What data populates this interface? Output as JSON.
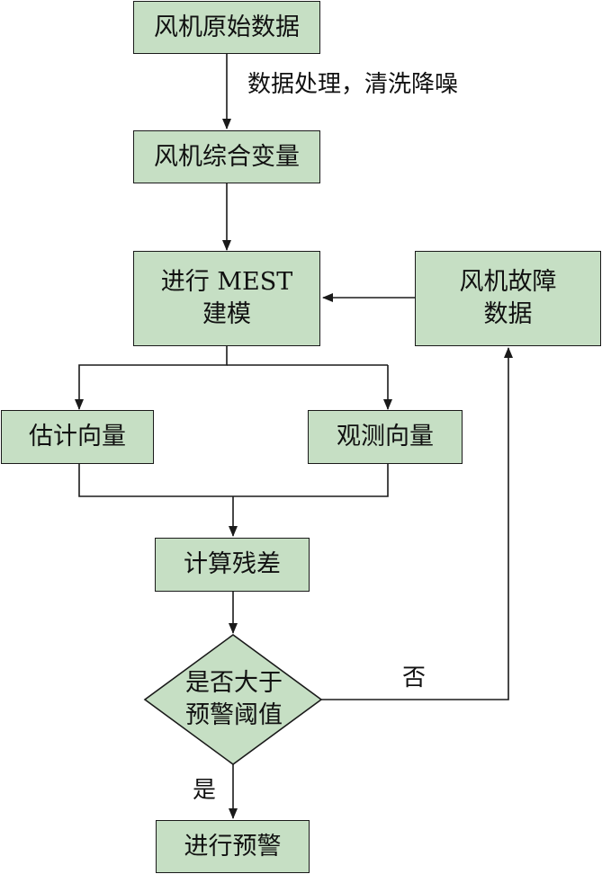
{
  "nodes": {
    "raw_data": "风机原始数据",
    "composite_vars": "风机综合变量",
    "mest_line1": "进行 MEST",
    "mest_line2": "建模",
    "fault_line1": "风机故障",
    "fault_line2": "数据",
    "estimate_vec": "估计向量",
    "observe_vec": "观测向量",
    "residual": "计算残差",
    "decision_line1": "是否大于",
    "decision_line2": "预警阈值",
    "warn": "进行预警"
  },
  "edge_labels": {
    "preprocess": "数据处理，清洗降噪",
    "no": "否",
    "yes": "是"
  },
  "colors": {
    "node_fill": "#c6dfc4",
    "stroke": "#1a1a1a"
  }
}
